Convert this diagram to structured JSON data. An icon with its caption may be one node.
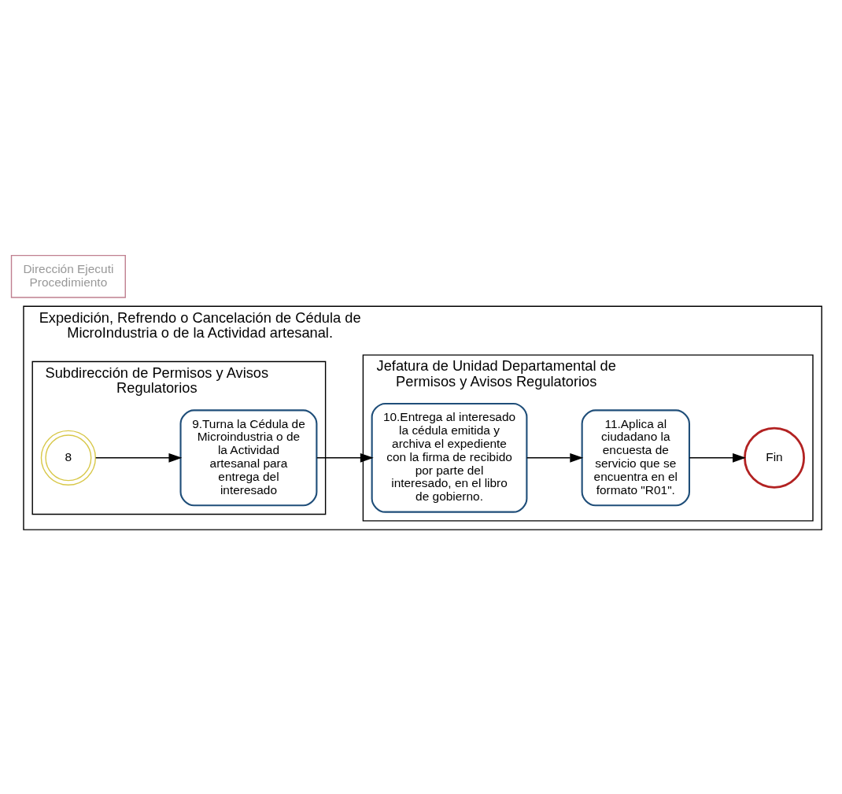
{
  "diagram": {
    "nodes": [
      {
        "text": [
          "Expedición, Refrendo o Cancelación de Cédula de MicroIndustria o de la Actividad artesanal."
        ]
      },
      {
        "text": [
          "Subdirección de Permisos y Avisos Regulatorios"
        ],
        "in": 0
      },
      {
        "text": [
          "Jefatura de Unidad Departamental de Permisos y Avisos Regulatorios"
        ],
        "in": 0
      },
      {
        "text": [
          "8"
        ],
        "in": 1
      },
      {
        "text": [
          "9.Turna la Cédula de Microindustria o de la Actividad artesanal para entrega del interesado"
        ],
        "in": 1
      },
      {
        "text": [
          "10.Entrega al interesado la cédula emitida y archiva el expediente con la firma de recibido por parte del interesado, en el libro de gobierno."
        ],
        "in": 2
      },
      {
        "text": [
          "11.Aplica al ciudadano la encuesta de servicio que se encuentra en el formato \"R01\"."
        ],
        "in": 2
      },
      {
        "text": [
          "Fin"
        ],
        "in": 2
      },
      {
        "text": [
          "Dirección Ejecuti Procedimiento"
        ]
      }
    ],
    "edges": [
      {
        "from": 3,
        "to": 4,
        "arrow": "to"
      },
      {
        "from": 4,
        "to": 5,
        "arrow": "to"
      },
      {
        "from": 5,
        "to": 6,
        "arrow": "to"
      },
      {
        "from": 6,
        "to": 7,
        "arrow": "to"
      }
    ]
  }
}
